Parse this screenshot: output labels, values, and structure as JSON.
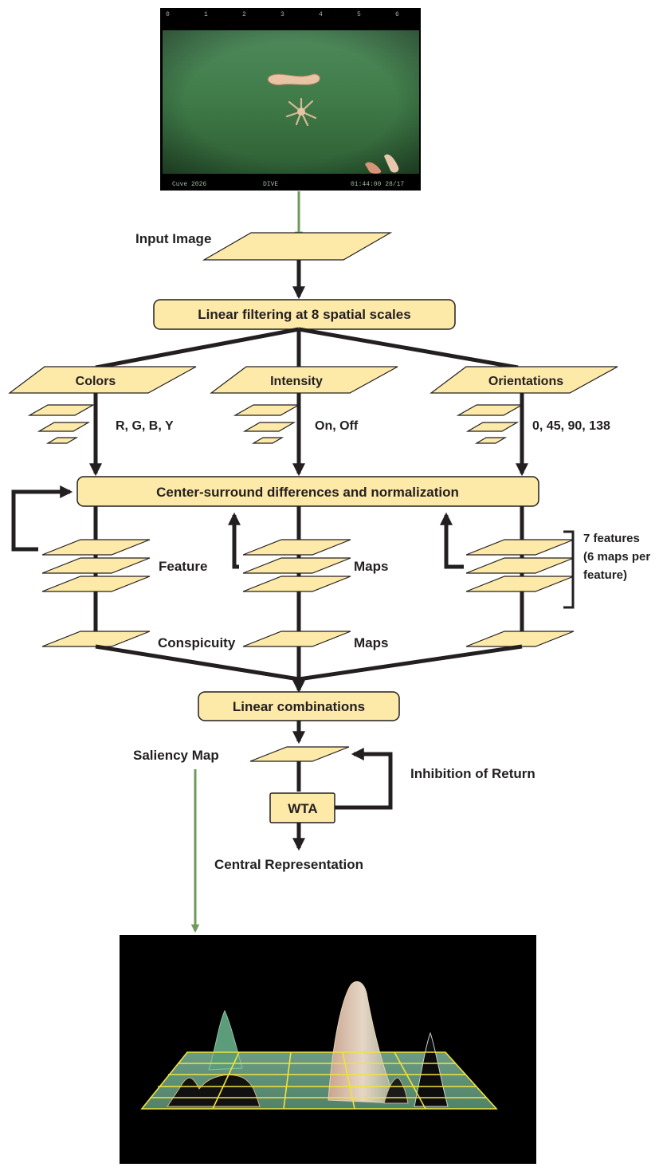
{
  "colors": {
    "box_fill": "#fdeaa8",
    "line": "#231f20",
    "green_arrow": "#6e9a5a",
    "grid_yellow": "#f2e33a",
    "image_bg": "#000000"
  },
  "input_image_hud": {
    "top_row": [
      "0",
      "1",
      "2",
      "3",
      "4",
      "5",
      "6"
    ],
    "bottom_left": "Cuve 2026",
    "bottom_center": "DIVE",
    "bottom_right": "01:44:00  28/17"
  },
  "labels": {
    "input_image": "Input Image",
    "linear_filtering": "Linear filtering at 8 spatial scales",
    "colors": "Colors",
    "intensity": "Intensity",
    "orientations": "Orientations",
    "colors_channels": "R, G, B, Y",
    "intensity_channels": "On, Off",
    "orientation_channels": "0, 45, 90, 138",
    "center_surround": "Center-surround differences and normalization",
    "feature": "Feature",
    "maps_1": "Maps",
    "features_line1": "7 features",
    "features_line2": "(6 maps per",
    "features_line3": "feature)",
    "conspicuity": "Conspicuity",
    "maps_2": "Maps",
    "linear_combinations": "Linear combinations",
    "saliency_map": "Saliency Map",
    "wta": "WTA",
    "inhibition_of_return": "Inhibition of Return",
    "central_representation": "Central Representation"
  }
}
